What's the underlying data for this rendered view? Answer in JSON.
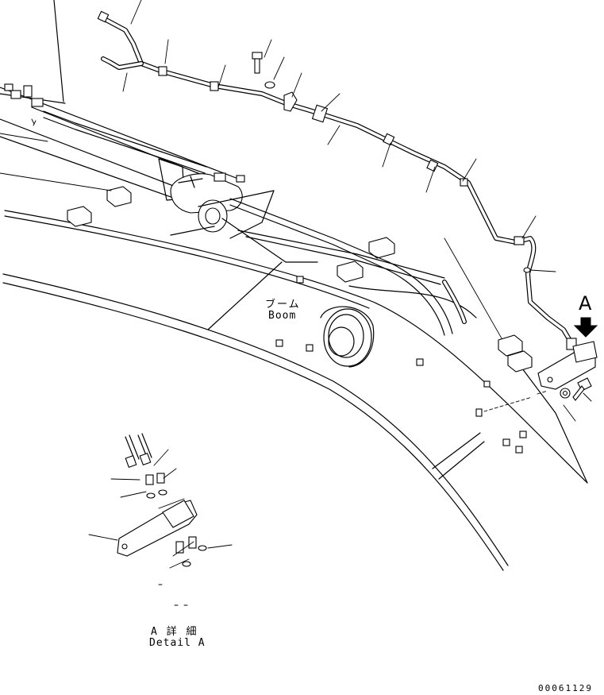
{
  "labels": {
    "boom_jp": "ブーム",
    "boom_en": "Boom",
    "view_letter": "A",
    "detail_jp": "A 詳 細",
    "detail_en": "Detail A",
    "drawing_number": "00061129"
  },
  "icons": {
    "view_arrow": "arrow-down-icon"
  }
}
